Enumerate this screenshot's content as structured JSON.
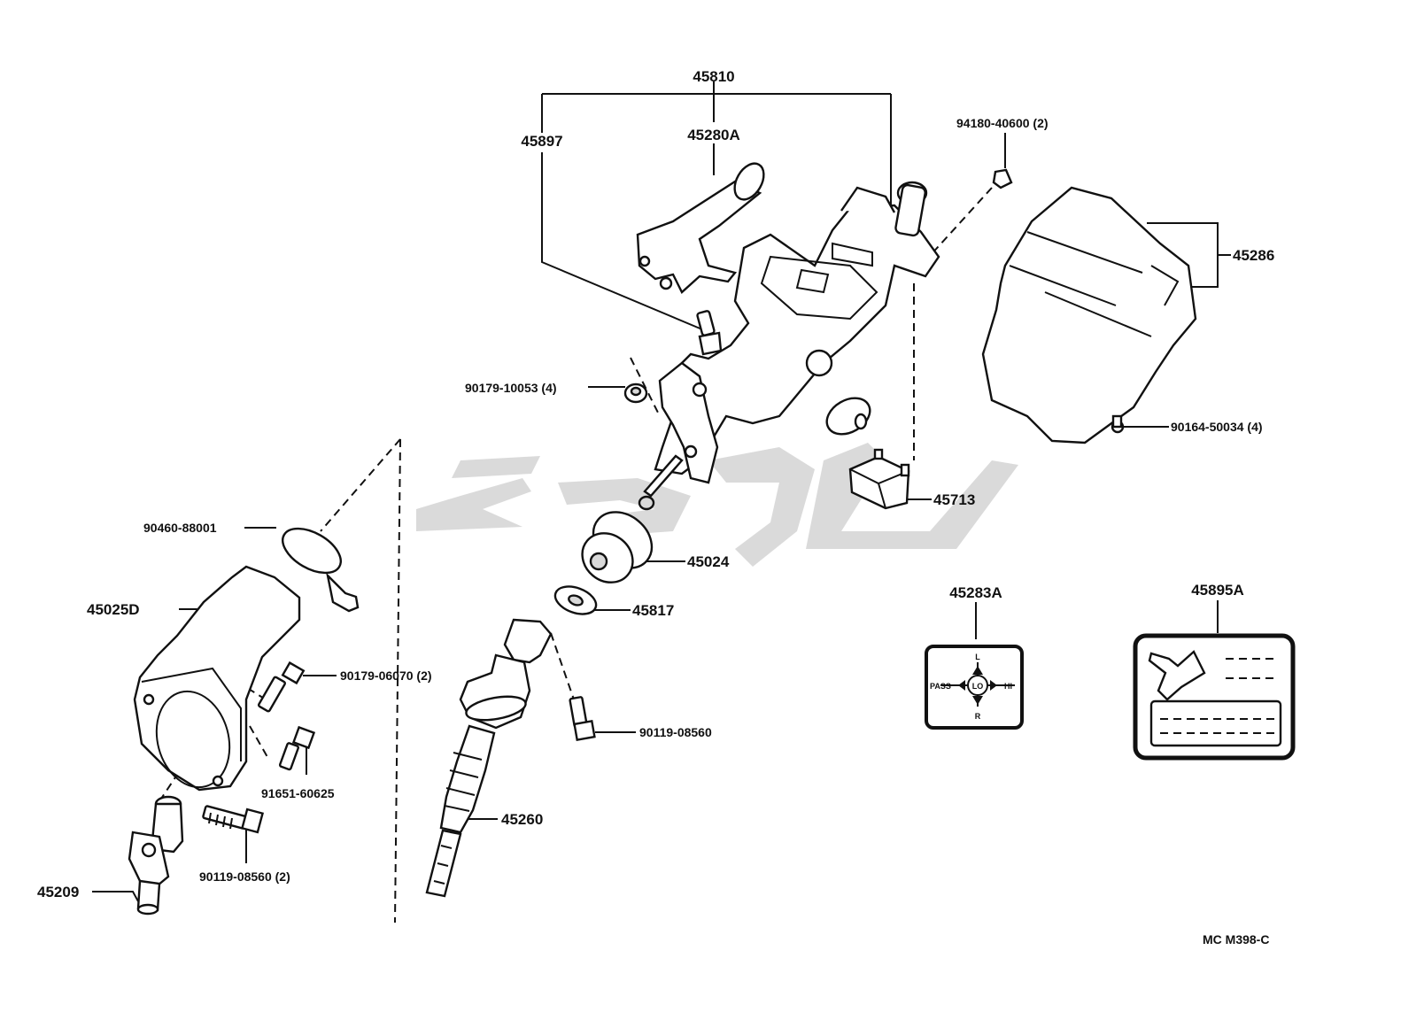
{
  "callouts": {
    "p45810": "45810",
    "p45897": "45897",
    "p45280A": "45280A",
    "p94180": "94180-40600 (2)",
    "p45286": "45286",
    "p90179_10053": "90179-10053 (4)",
    "p90164": "90164-50034 (4)",
    "p45713": "45713",
    "p90460": "90460-88001",
    "p45024": "45024",
    "p45025D": "45025D",
    "p45817": "45817",
    "p90179_06070": "90179-06070 (2)",
    "p90119_08560": "90119-08560",
    "p91651": "91651-60625",
    "p45260": "45260",
    "p90119_08560_2": "90119-08560 (2)",
    "p45209": "45209",
    "p45283A": "45283A",
    "p45895A": "45895A"
  },
  "label_45283A": {
    "top": "L",
    "left": "PASS",
    "center": "LO",
    "right": "HI",
    "bottom": "R"
  },
  "figure_code": "MC M398-C",
  "colors": {
    "ink": "#111111",
    "watermark": "#bcbcbc",
    "background": "#ffffff"
  }
}
